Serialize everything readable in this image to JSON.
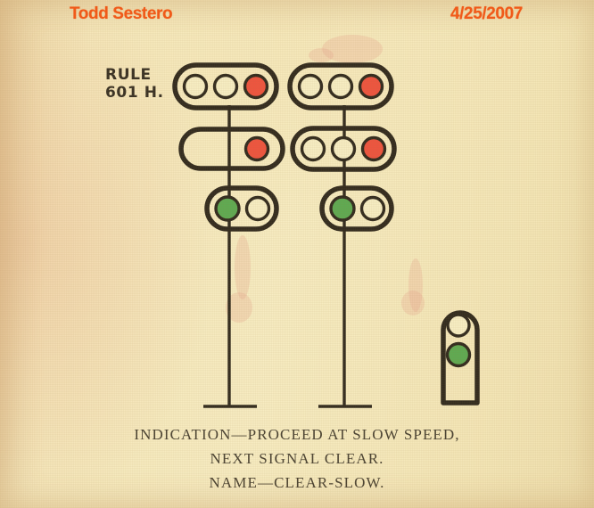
{
  "annotations": {
    "author": "Todd Sestero",
    "date": "4/25/2007",
    "color": "#f05a19"
  },
  "rule_label": "RULE\n601 H.",
  "caption": {
    "line1": "INDICATION—PROCEED AT SLOW SPEED,",
    "line2": "NEXT SIGNAL CLEAR.",
    "line3": "NAME—CLEAR-SLOW."
  },
  "colors": {
    "paper": "#f4e6b7",
    "ink": "#3a3226",
    "lamp_red": "#ee5540",
    "lamp_green": "#5faa53",
    "lamp_white": "#f7eec4"
  },
  "signals": [
    {
      "name": "left-mast-signal",
      "type": "mast",
      "heads": [
        {
          "name": "top-head",
          "lamps": [
            "white",
            "white",
            "red"
          ]
        },
        {
          "name": "middle-head",
          "lamps": [
            "hidden",
            "hidden",
            "red"
          ]
        },
        {
          "name": "bottom-head",
          "lamps": [
            "green",
            "white"
          ]
        }
      ]
    },
    {
      "name": "right-mast-signal",
      "type": "mast",
      "heads": [
        {
          "name": "top-head",
          "lamps": [
            "white",
            "white",
            "red"
          ]
        },
        {
          "name": "middle-head",
          "lamps": [
            "white",
            "white",
            "red"
          ]
        },
        {
          "name": "bottom-head",
          "lamps": [
            "green",
            "white"
          ]
        }
      ]
    },
    {
      "name": "dwarf-signal",
      "type": "dwarf",
      "heads": [
        {
          "name": "dwarf-head",
          "lamps": [
            "white",
            "green"
          ]
        }
      ]
    }
  ]
}
